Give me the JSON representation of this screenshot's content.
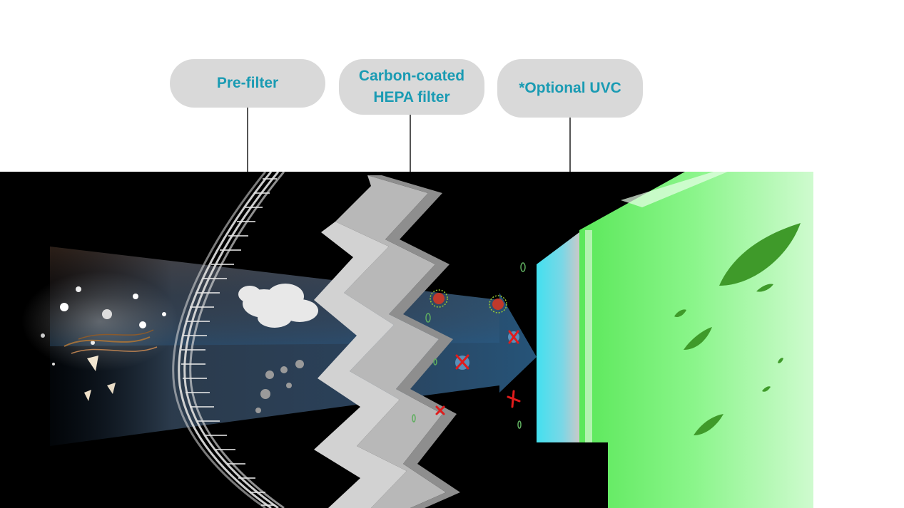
{
  "labels": {
    "prefilter": "Pre-filter",
    "hepa_line1": "Carbon-coated",
    "hepa_line2": "HEPA filter",
    "uvc": "*Optional UVC"
  },
  "colors": {
    "label_text": "#1a9bb3",
    "label_bg": "#d9d9d9",
    "background_dark": "#000000",
    "clean_air_green": "#7ef07a",
    "uvc_cyan": "#4fe6f2",
    "virus_red": "#e01b1b"
  },
  "icons": [
    "dust-particles-icon",
    "smoke-cloud-icon",
    "virus-icon",
    "x-mark-icon",
    "leaf-icon"
  ]
}
